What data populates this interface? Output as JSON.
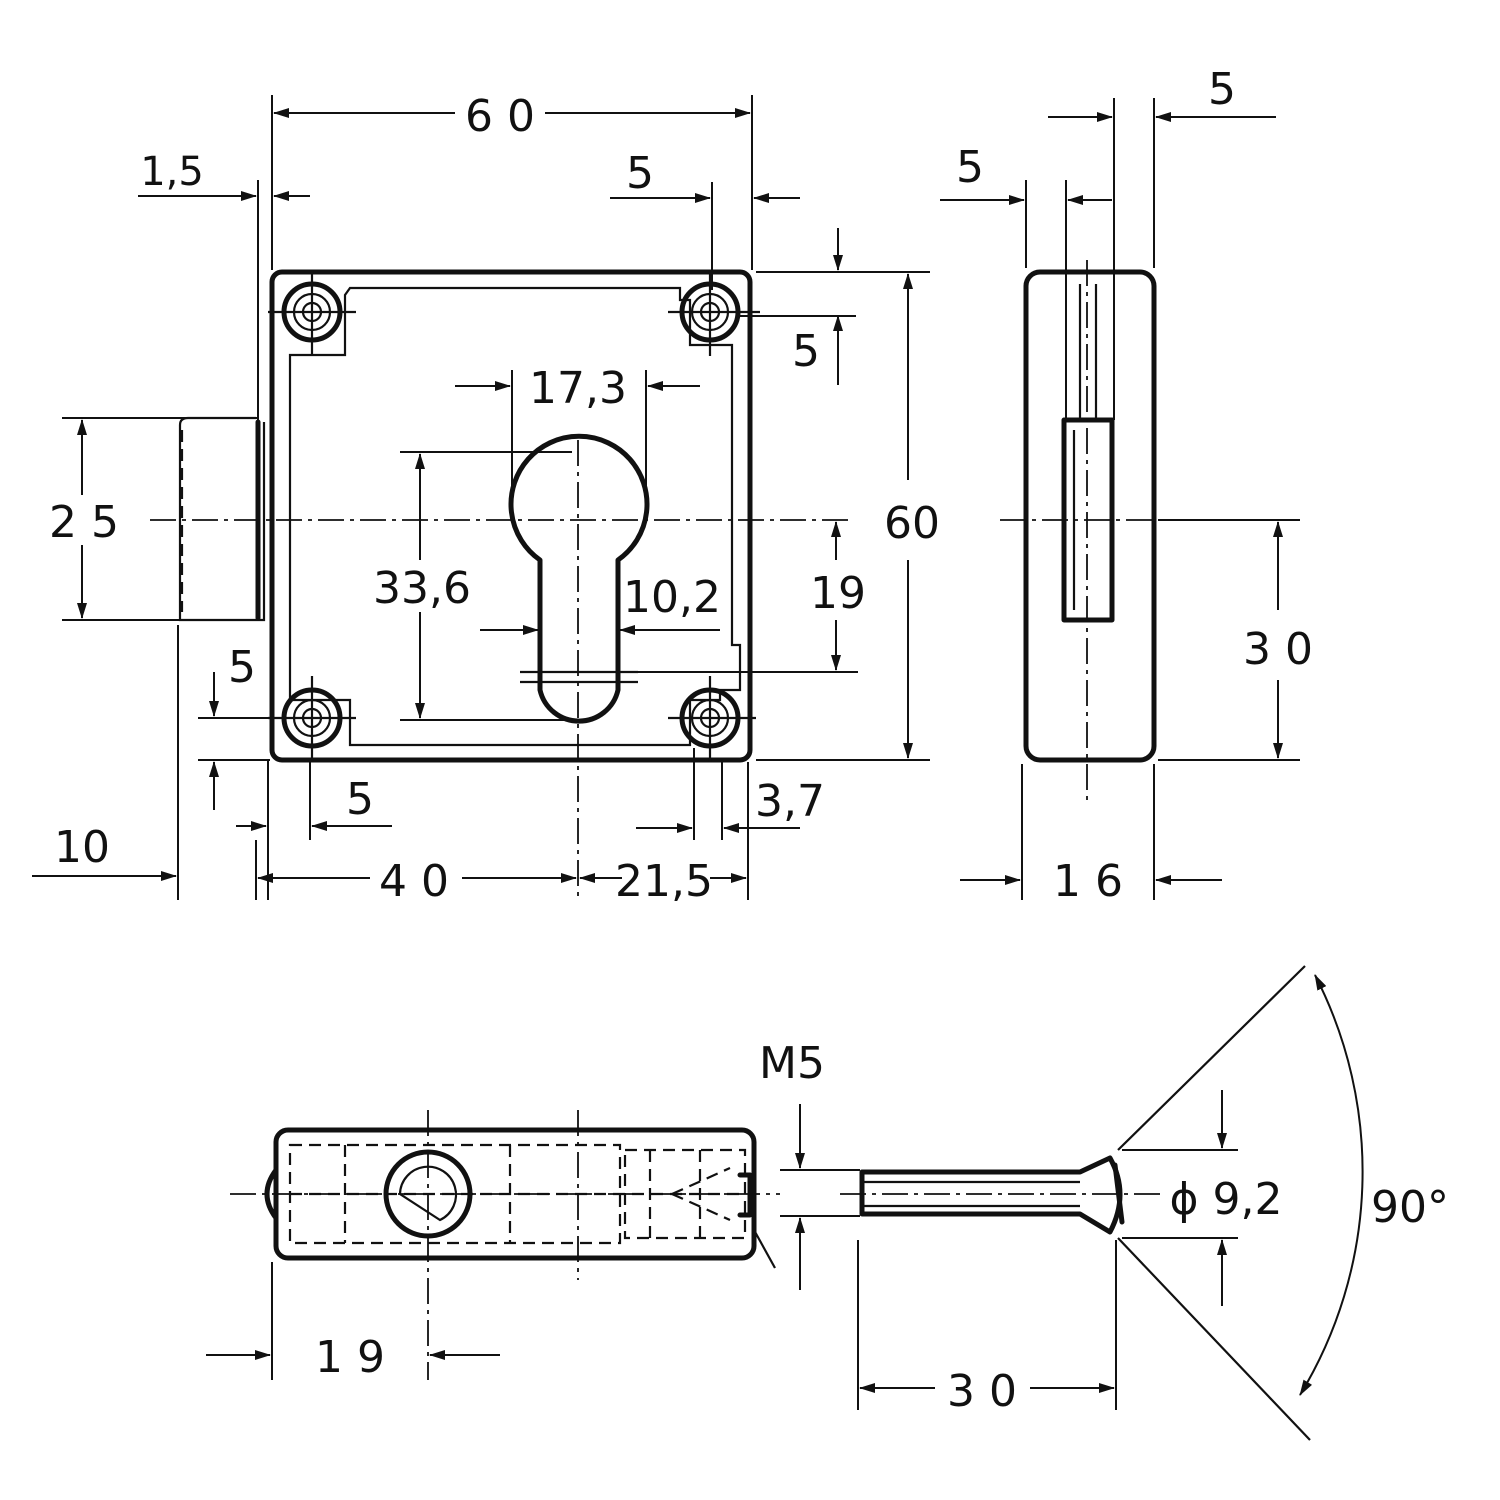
{
  "front_view": {
    "dims": {
      "width_top": "6 0",
      "left_offset": "1,5",
      "right_screw_offset": "5",
      "height_right": "60",
      "screw_top_offset": "5",
      "cylinder_width": "17,3",
      "cylinder_height": "33,6",
      "cylinder_lower_width": "10,2",
      "center_to_lower": "19",
      "bolt_height": "2 5",
      "screw_bottom_offset": "5",
      "screw_left_offset": "5",
      "bolt_projection": "10",
      "backset": "4 0",
      "center_to_right": "21,5",
      "screw_right_offset": "3,7"
    }
  },
  "side_view": {
    "dims": {
      "left_inset": "5",
      "right_inset": "5",
      "depth": "1 6",
      "lower_height": "3 0"
    }
  },
  "bottom_view": {
    "dims": {
      "hole_offset": "1 9"
    }
  },
  "screw_view": {
    "dims": {
      "thread": "M5",
      "length": "3 0",
      "head_diameter": "ϕ 9,2",
      "countersink_angle": "90°"
    }
  }
}
